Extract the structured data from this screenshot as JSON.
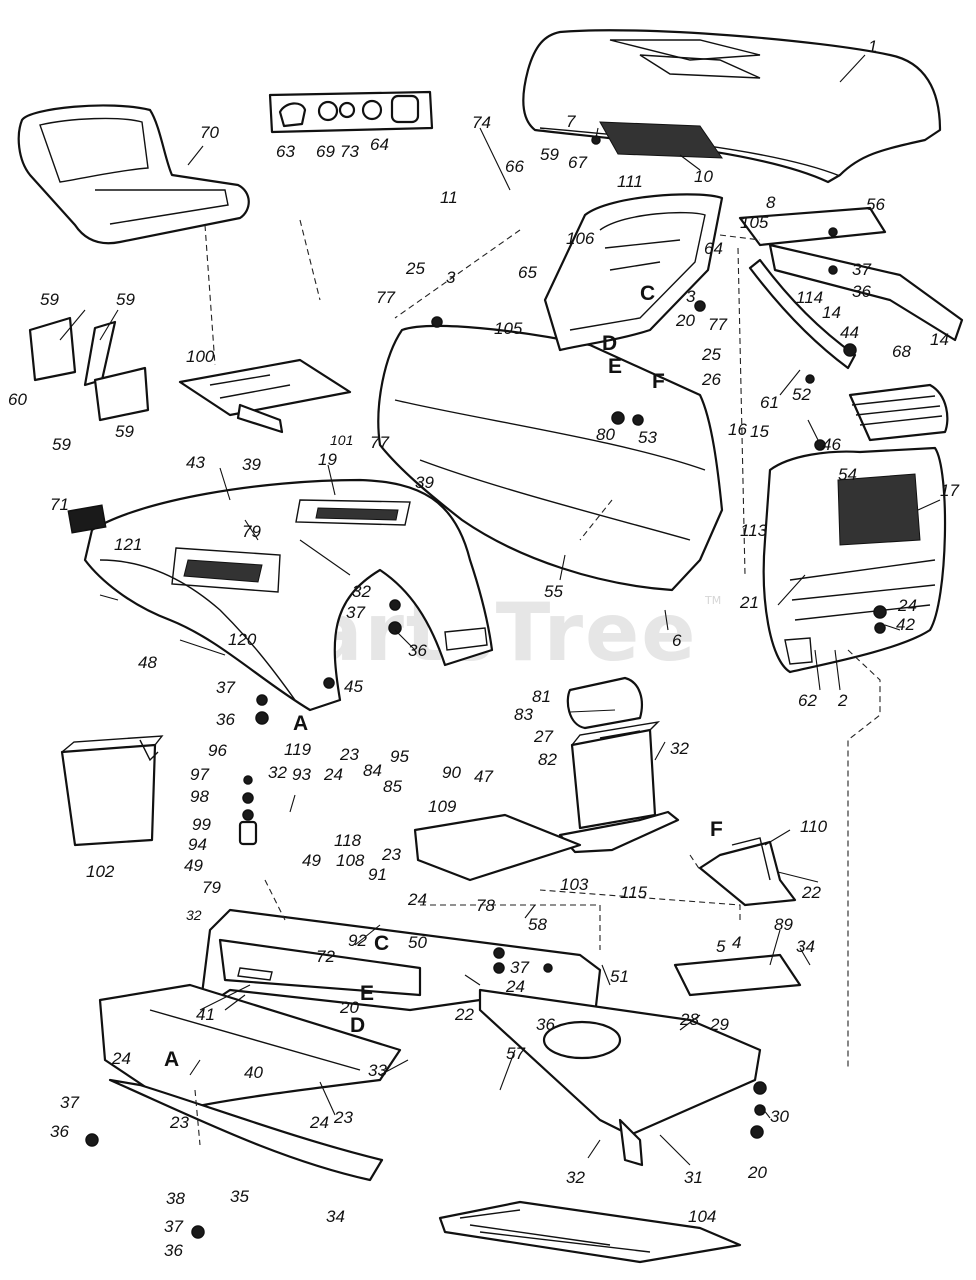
{
  "watermark": {
    "text": "PartsTree",
    "tm": "TM"
  },
  "parts": {
    "p1": "1",
    "p2": "2",
    "p3a": "3",
    "p3b": "3",
    "p4": "4",
    "p5": "5",
    "p6": "6",
    "p7": "7",
    "p8": "8",
    "p10": "10",
    "p11": "11",
    "p14a": "14",
    "p14b": "14",
    "p15": "15",
    "p16": "16",
    "p17": "17",
    "p19": "19",
    "p20a": "20",
    "p20b": "20",
    "p20c": "20",
    "p21": "21",
    "p22a": "22",
    "p22b": "22",
    "p23a": "23",
    "p23b": "23",
    "p23c": "23",
    "p23d": "23",
    "p24a": "24",
    "p24b": "24",
    "p24c": "24",
    "p24d": "24",
    "p24e": "24",
    "p24f": "24",
    "p25a": "25",
    "p25b": "25",
    "p26": "26",
    "p27": "27",
    "p28": "28",
    "p29": "29",
    "p30": "30",
    "p31": "31",
    "p32a": "32",
    "p32b": "32",
    "p32c": "32",
    "p32d": "32",
    "p32e": "32",
    "p33": "33",
    "p34a": "34",
    "p34b": "34",
    "p35": "35",
    "p36a": "36",
    "p36b": "36",
    "p36c": "36",
    "p36d": "36",
    "p36e": "36",
    "p36f": "36",
    "p37a": "37",
    "p37b": "37",
    "p37c": "37",
    "p37d": "37",
    "p37e": "37",
    "p37f": "37",
    "p38": "38",
    "p39a": "39",
    "p39b": "39",
    "p40": "40",
    "p41": "41",
    "p42": "42",
    "p43": "43",
    "p44": "44",
    "p45": "45",
    "p46": "46",
    "p47": "47",
    "p48": "48",
    "p49a": "49",
    "p49b": "49",
    "p50": "50",
    "p51": "51",
    "p52": "52",
    "p53": "53",
    "p54": "54",
    "p55": "55",
    "p56": "56",
    "p57": "57",
    "p58": "58",
    "p59a": "59",
    "p59b": "59",
    "p59c": "59",
    "p59d": "59",
    "p59e": "59",
    "p60": "60",
    "p61": "61",
    "p62": "62",
    "p63": "63",
    "p64a": "64",
    "p64b": "64",
    "p65": "65",
    "p66": "66",
    "p67": "67",
    "p68": "68",
    "p69": "69",
    "p70": "70",
    "p71": "71",
    "p72": "72",
    "p73": "73",
    "p74": "74",
    "p77a": "77",
    "p77b": "77",
    "p77c": "77",
    "p78": "78",
    "p79a": "79",
    "p79b": "79",
    "p80": "80",
    "p81": "81",
    "p82": "82",
    "p83": "83",
    "p84": "84",
    "p85": "85",
    "p89": "89",
    "p90": "90",
    "p91": "91",
    "p92": "92",
    "p93": "93",
    "p94": "94",
    "p95": "95",
    "p96": "96",
    "p97": "97",
    "p98": "98",
    "p99": "99",
    "p100": "100",
    "p101": "101",
    "p102": "102",
    "p103": "103",
    "p104": "104",
    "p105a": "105",
    "p105b": "105",
    "p106": "106",
    "p108": "108",
    "p109": "109",
    "p110": "110",
    "p111": "111",
    "p113": "113",
    "p114": "114",
    "p115": "115",
    "p118": "118",
    "p119": "119",
    "p120": "120",
    "p121": "121"
  },
  "callouts": {
    "A1": "A",
    "A2": "A",
    "C1": "C",
    "C2": "C",
    "D1": "D",
    "D2": "D",
    "E1": "E",
    "E2": "E",
    "F1": "F",
    "F2": "F"
  }
}
